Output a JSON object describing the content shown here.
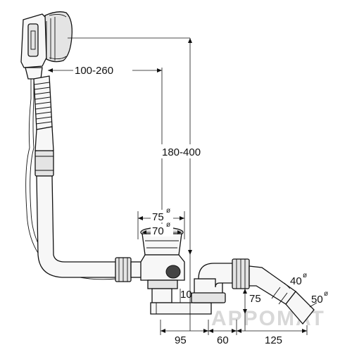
{
  "dimensions": {
    "horizontal_top": "100-260",
    "vertical_height": "180-400",
    "outer_diameter_label": "75",
    "inner_diameter_label": "70",
    "diameter_symbol": "ø",
    "small_height": "10",
    "trap_height": "75",
    "outlet_diameter_1": "40",
    "outlet_diameter_2": "50",
    "bottom_1": "95",
    "bottom_2": "60",
    "bottom_3": "125"
  },
  "watermark": "APPOMAT"
}
